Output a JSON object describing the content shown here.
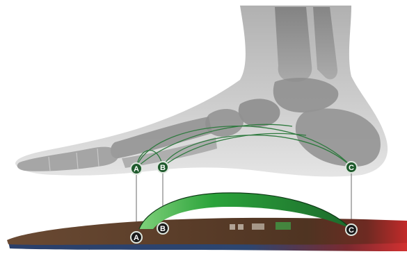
{
  "markers": {
    "a": "A",
    "b": "B",
    "c": "C"
  },
  "colors": {
    "background": "#ffffff",
    "bone_gray": "#8a8a8a",
    "arch_line_green": "#2f7a3f",
    "marker_upper_fill": "#1e5a2c",
    "marker_lower_fill": "#1a1a1a",
    "marker_ring": "#dfe7df",
    "support_green": "#2a9a3a",
    "insole_brown": "#5a3d28",
    "insole_red_heel": "#b8282a",
    "connector_line": "#6a6a6a"
  },
  "icons": {
    "foot": "foot-skeleton-illustration",
    "insole": "arch-support-insole-illustration"
  }
}
